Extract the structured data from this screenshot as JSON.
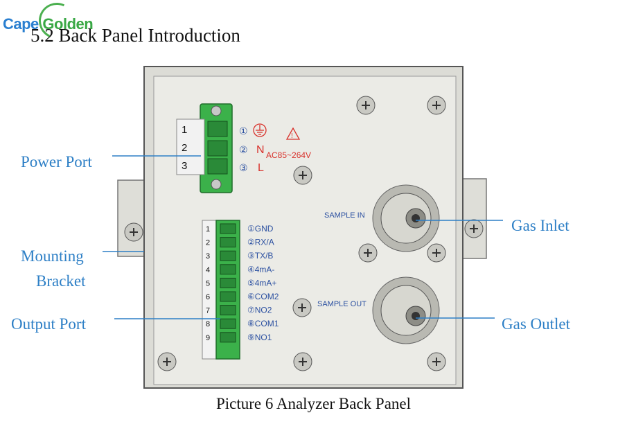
{
  "logo": {
    "part1": "Cape ",
    "part2": "Golden"
  },
  "section_title": "5.2 Back Panel Introduction",
  "labels": {
    "power_port": "Power Port",
    "mounting_bracket_line1": "Mounting",
    "mounting_bracket_line2": "Bracket",
    "output_port": "Output Port",
    "gas_inlet": "Gas Inlet",
    "gas_outlet": "Gas Outlet"
  },
  "power_terminal": {
    "pins": [
      "1",
      "2",
      "3"
    ],
    "markings": [
      {
        "num": "①",
        "text": ""
      },
      {
        "num": "②",
        "text": "N"
      },
      {
        "num": "③",
        "text": "L"
      }
    ],
    "voltage": "AC85~264V"
  },
  "output_terminal": {
    "pins": [
      "1",
      "2",
      "3",
      "4",
      "5",
      "6",
      "7",
      "8",
      "9"
    ],
    "signals": [
      "①GND",
      "②RX/A",
      "③TX/B",
      "④4mA-",
      "⑤4mA+",
      "⑥COM2",
      "⑦NO2",
      "⑧COM1",
      "⑨NO1"
    ]
  },
  "ports": {
    "sample_in": "SAMPLE IN",
    "sample_out": "SAMPLE OUT"
  },
  "caption": "Picture 6 Analyzer Back Panel",
  "colors": {
    "label_blue": "#2d7fc6",
    "terminal_green": "#3bb14a",
    "panel_gray": "#e8e8e2",
    "marking_red": "#d8322c",
    "print_blue": "#2a4fa0"
  }
}
